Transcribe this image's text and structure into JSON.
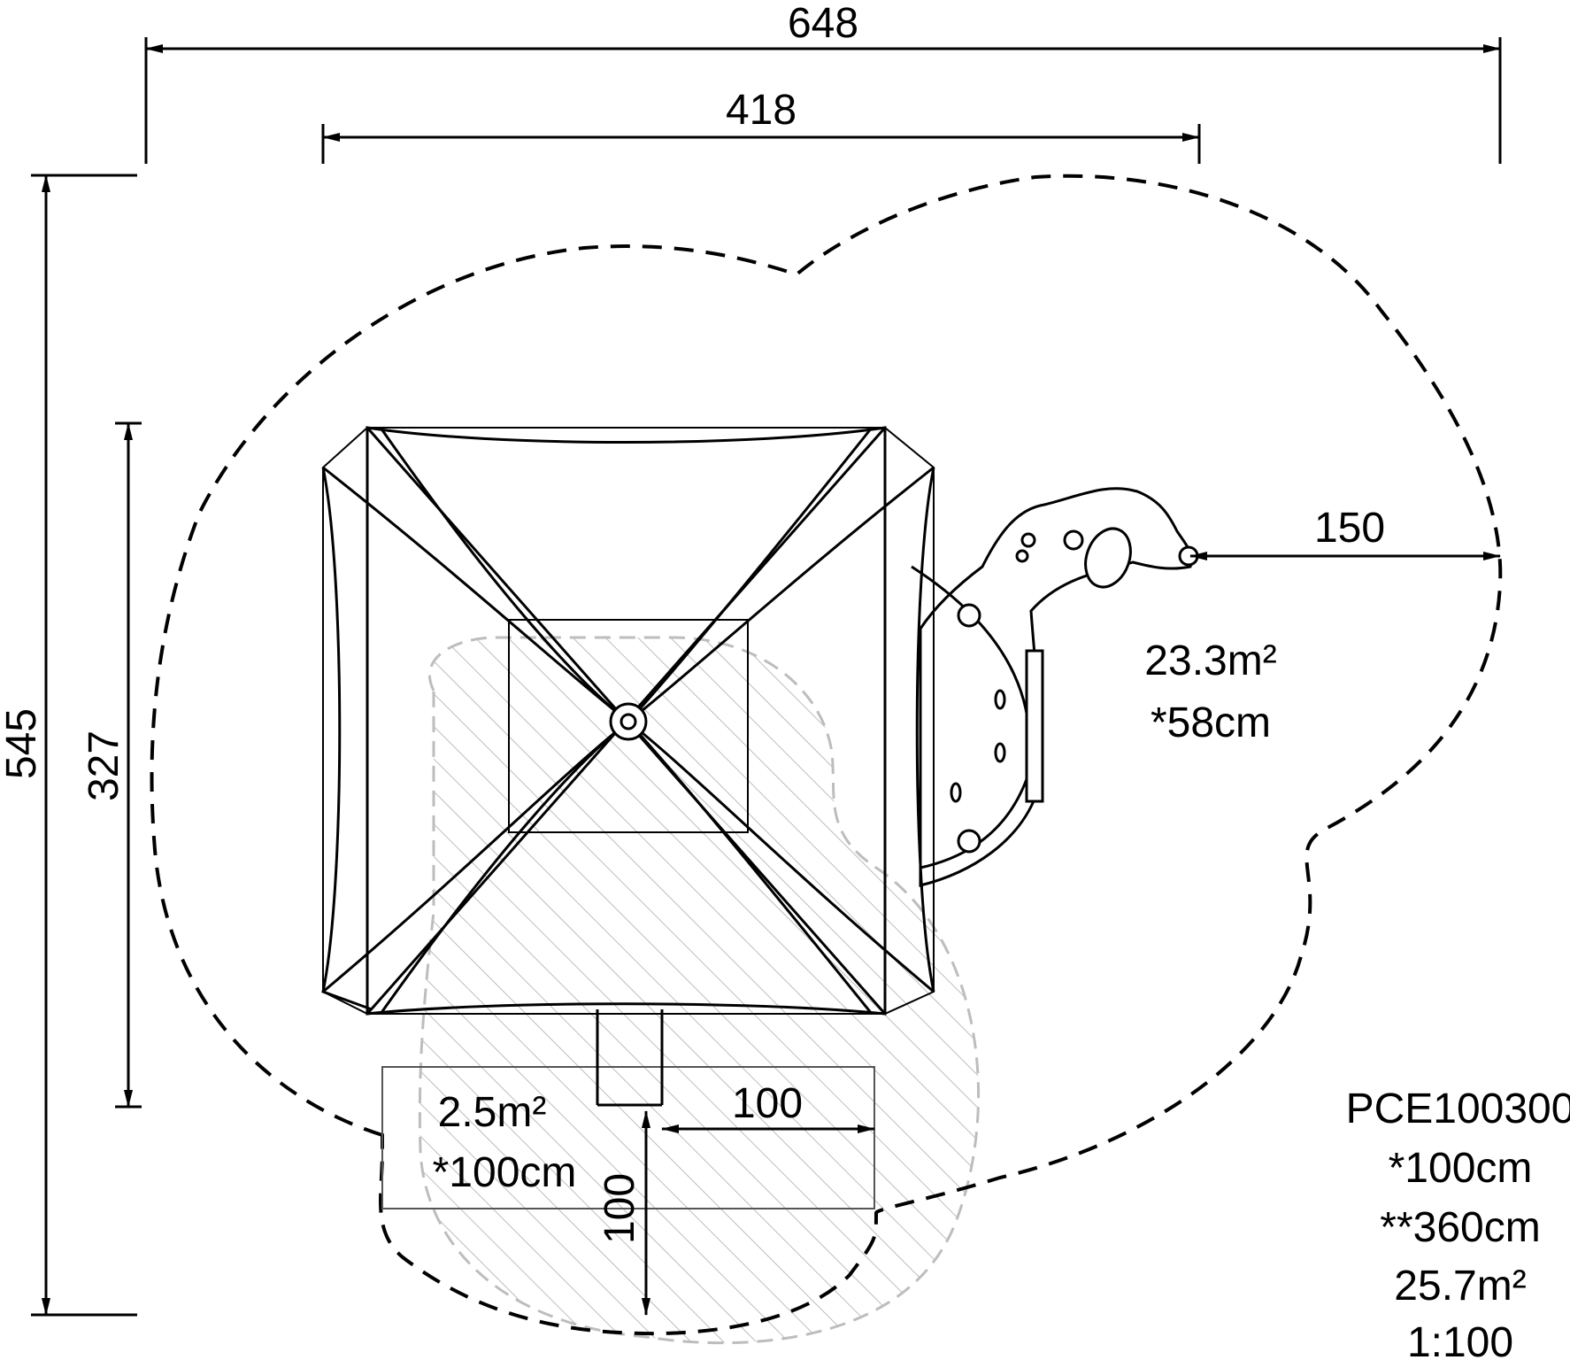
{
  "dimensions": {
    "overall_width": "648",
    "inner_width": "418",
    "overall_depth": "545",
    "inner_depth": "327",
    "swing_clearance": "150",
    "slide_width": "100",
    "slide_depth": "100"
  },
  "zones": {
    "swing_area": "23.3m²",
    "swing_fall_height": "*58cm",
    "slide_area": "2.5m²",
    "slide_fall_height": "*100cm"
  },
  "product": {
    "code": "PCE100300",
    "fall_height": "*100cm",
    "total_height": "**360cm",
    "total_area": "25.7m²",
    "scale": "1:100"
  },
  "colors": {
    "line": "#000000",
    "hatch": "#bdbdbd"
  }
}
